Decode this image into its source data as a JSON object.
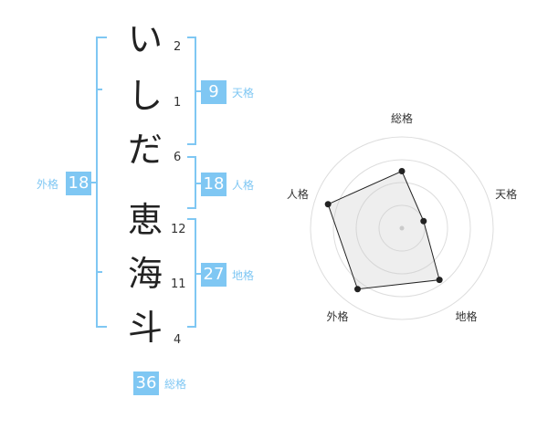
{
  "name": {
    "chars": [
      {
        "char": "い",
        "strokes": "2"
      },
      {
        "char": "し",
        "strokes": "1"
      },
      {
        "char": "だ",
        "strokes": "6"
      },
      {
        "char": "恵",
        "strokes": "12"
      },
      {
        "char": "海",
        "strokes": "11"
      },
      {
        "char": "斗",
        "strokes": "4"
      }
    ]
  },
  "kaku": {
    "tenkaku": {
      "value": "9",
      "label": "天格"
    },
    "jinkaku": {
      "value": "18",
      "label": "人格"
    },
    "chikaku": {
      "value": "27",
      "label": "地格"
    },
    "gaikaku": {
      "value": "18",
      "label": "外格"
    },
    "soukaku": {
      "value": "36",
      "label": "総格"
    }
  },
  "radar": {
    "axes": [
      "総格",
      "天格",
      "地格",
      "外格",
      "人格"
    ],
    "levels": 4,
    "values": [
      2.5,
      1,
      2.8,
      3.3,
      3.4
    ]
  }
}
